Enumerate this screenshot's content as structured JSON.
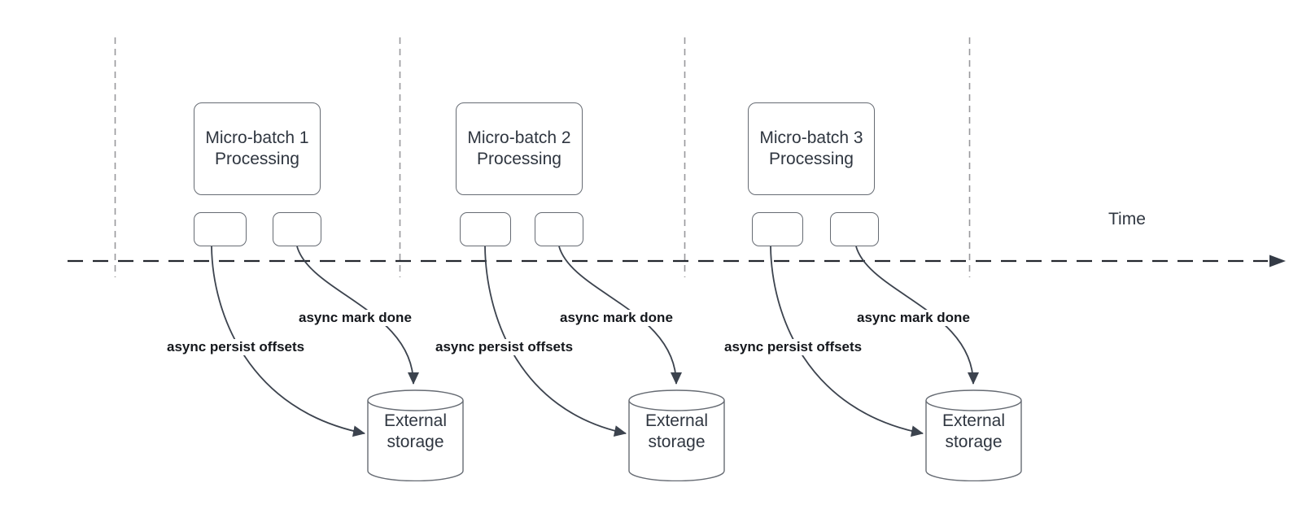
{
  "timeline": {
    "label": "Time"
  },
  "groups": [
    {
      "box_label": "Micro-batch 1",
      "box_sublabel": "Processing",
      "persist_label": "async persist offsets",
      "done_label": "async mark done",
      "storage": {
        "line1": "External",
        "line2": "storage"
      }
    },
    {
      "box_label": "Micro-batch 2",
      "box_sublabel": "Processing",
      "persist_label": "async persist offsets",
      "done_label": "async mark done",
      "storage": {
        "line1": "External",
        "line2": "storage"
      }
    },
    {
      "box_label": "Micro-batch 3",
      "box_sublabel": "Processing",
      "persist_label": "async persist offsets",
      "done_label": "async mark done",
      "storage": {
        "line1": "External",
        "line2": "storage"
      }
    }
  ],
  "colors": {
    "background": "#ffffff",
    "shape_border": "#666b73",
    "body_text": "#2f3640",
    "bold_label_text": "#14171c",
    "connector": "#3c434e",
    "timeline": "#23272e",
    "guide_dash": "#98989c"
  }
}
